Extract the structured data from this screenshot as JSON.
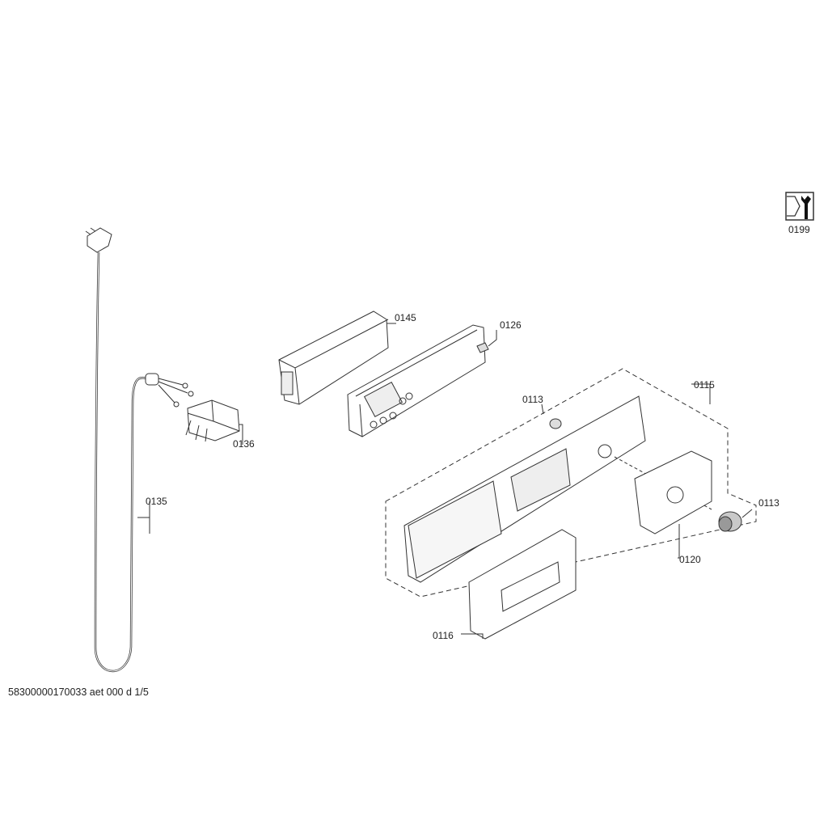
{
  "diagram": {
    "footer_text": "58300000170033 aet 000 d 1/5",
    "tool_icon_label": "0199",
    "parts": [
      {
        "id": "0145"
      },
      {
        "id": "0126"
      },
      {
        "id": "0113"
      },
      {
        "id": "0115"
      },
      {
        "id": "0136"
      },
      {
        "id": "0135"
      },
      {
        "id": "0113"
      },
      {
        "id": "0120"
      },
      {
        "id": "0116"
      }
    ]
  }
}
